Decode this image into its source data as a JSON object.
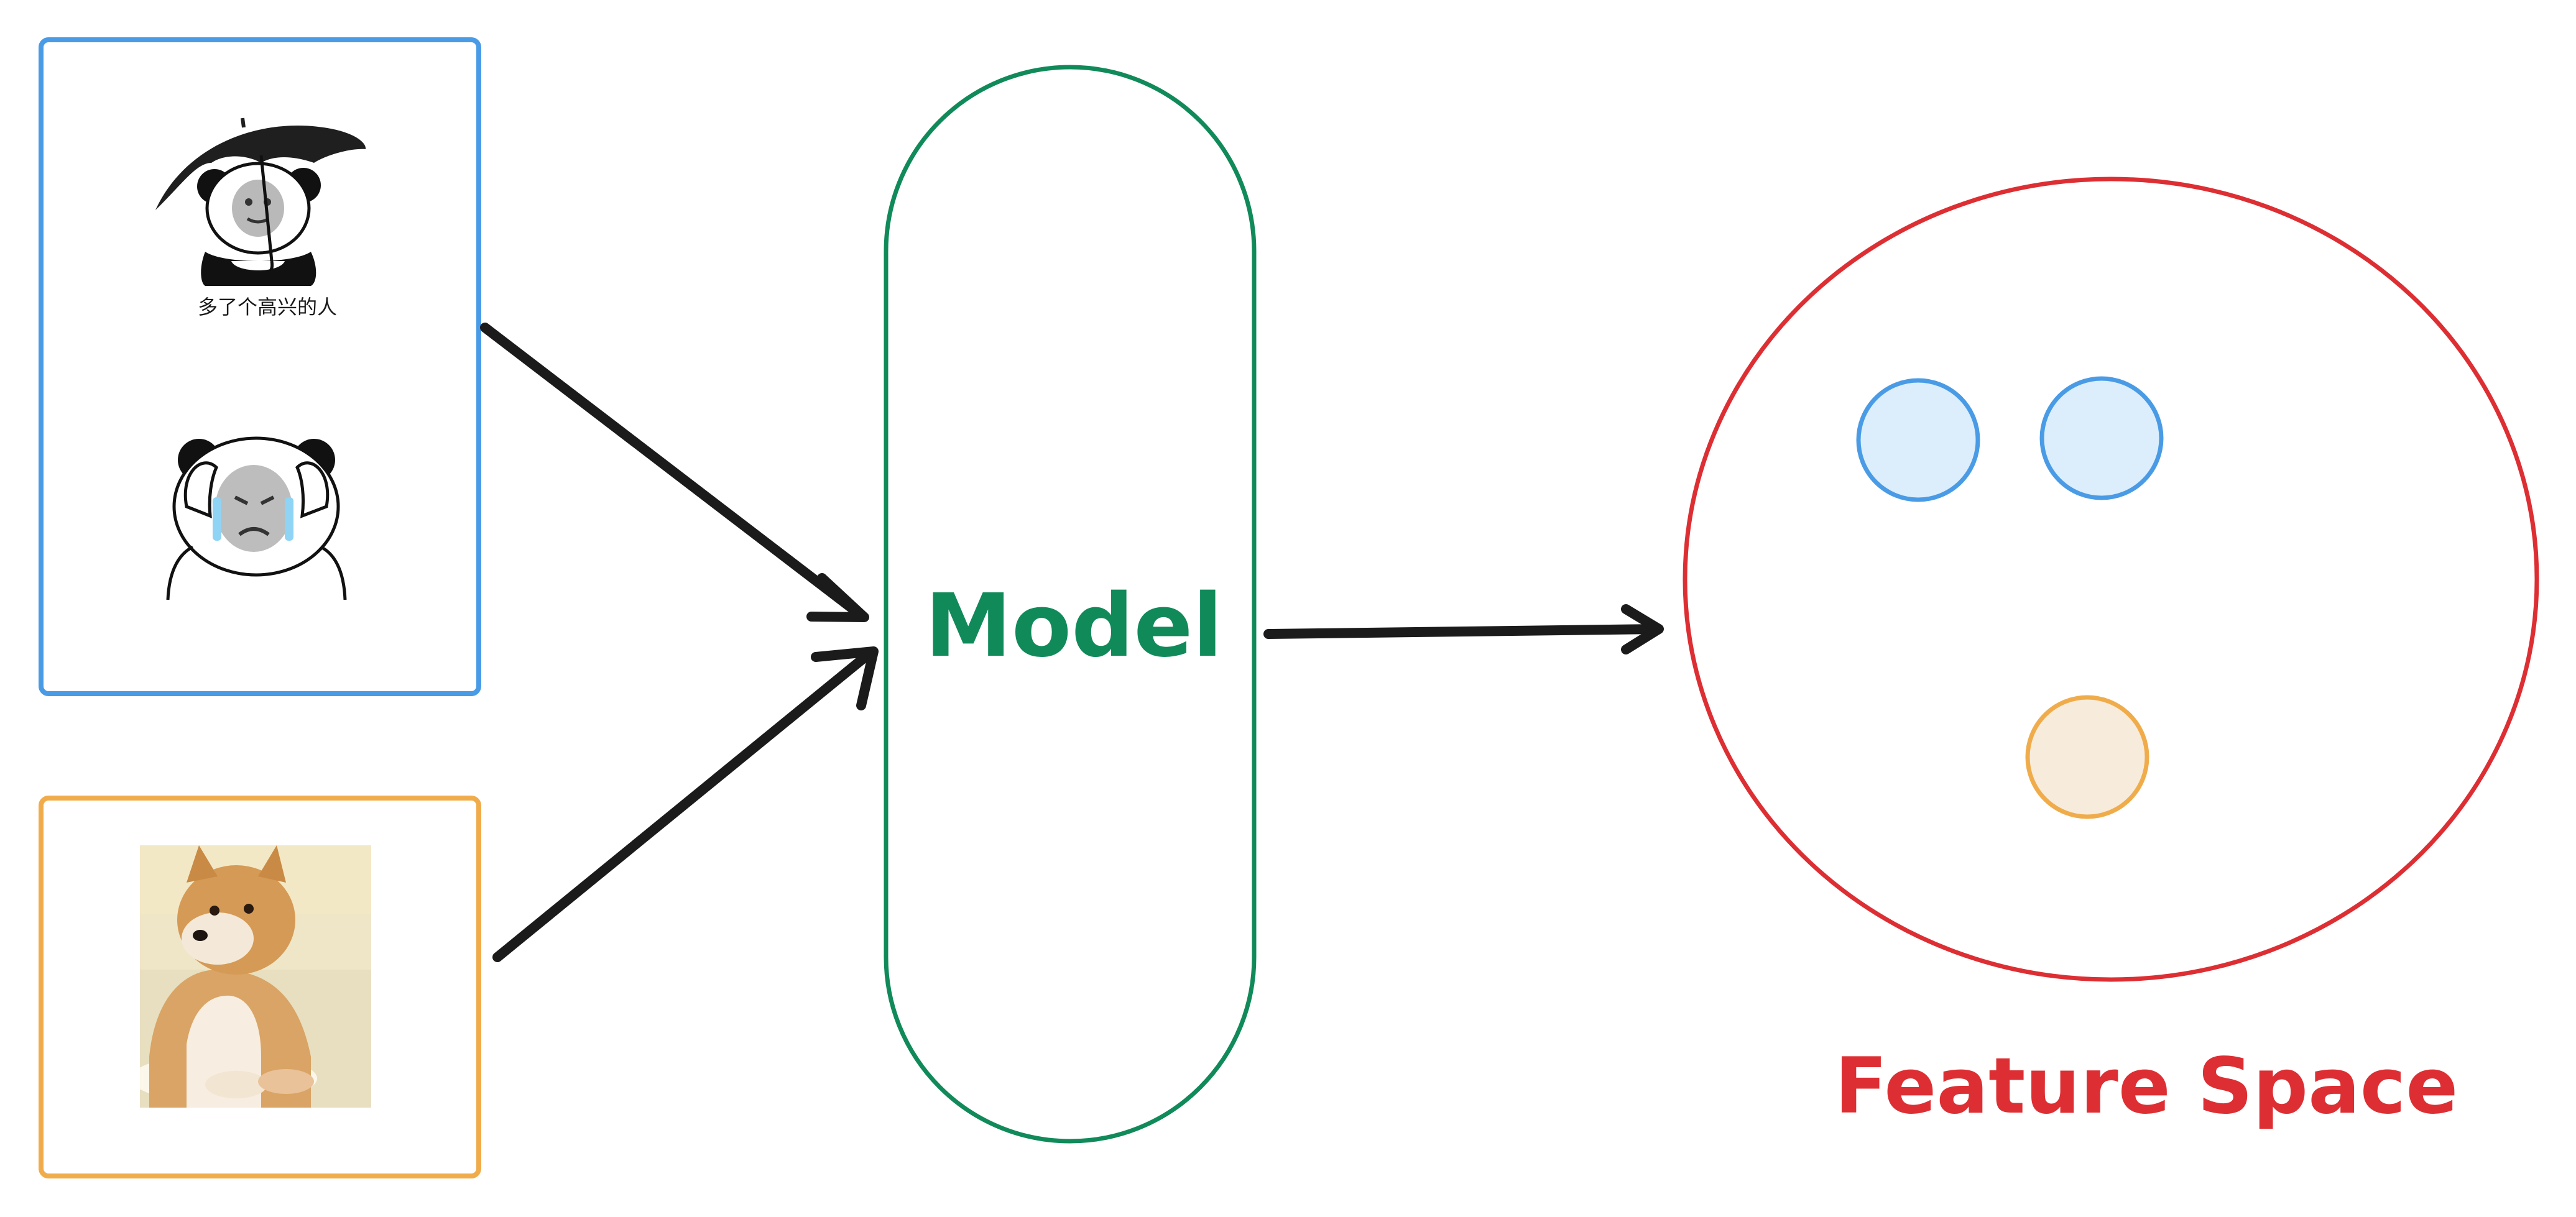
{
  "colors": {
    "blue": "#4a9be6",
    "orange": "#f0ac4a",
    "green": "#118a5a",
    "red": "#dd2f33",
    "arrow": "#1b1b1b",
    "blue_fill": "#dceefb",
    "orange_fill": "#f7ebdc"
  },
  "blue_group": {
    "meme_happy_caption": "多了个高兴的人",
    "meme_happy_icon": "panda-umbrella-meme",
    "meme_sad_icon": "panda-crying-meme"
  },
  "orange_group": {
    "image_icon": "shiba-doge-photo"
  },
  "model": {
    "label": "Model"
  },
  "feature_space": {
    "label": "Feature Space",
    "point_count_blue": 2,
    "point_count_orange": 1
  }
}
